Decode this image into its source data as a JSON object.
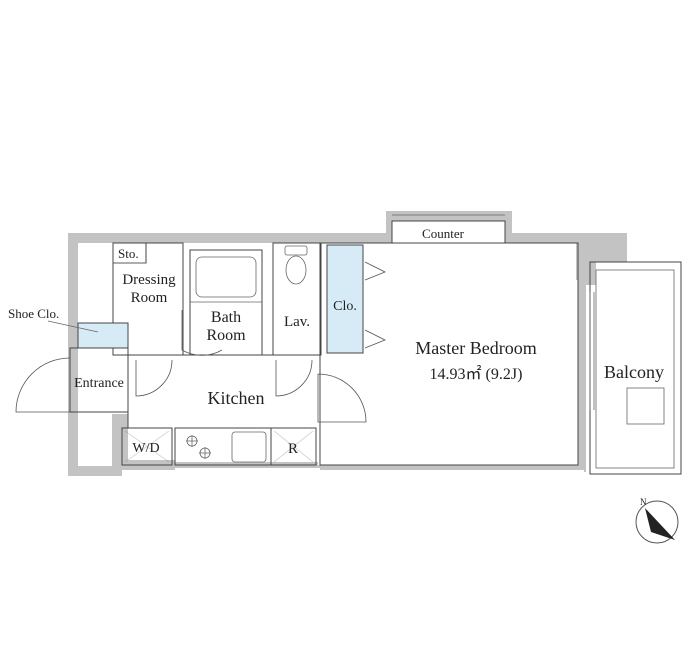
{
  "rooms": {
    "storage": "Sto.",
    "dressing_room": [
      "Dressing",
      "Room"
    ],
    "bath_room": [
      "Bath",
      "Room"
    ],
    "lavatory": "Lav.",
    "closet": "Clo.",
    "counter": "Counter",
    "master_bedroom": "Master Bedroom",
    "master_bedroom_area": "14.93㎡ (9.2J)",
    "balcony": "Balcony",
    "kitchen": "Kitchen",
    "entrance": "Entrance",
    "shoe_closet": "Shoe Clo.",
    "washer_dryer": "W/D",
    "refrigerator": "R"
  },
  "compass": {
    "label": "N",
    "icon": "north-arrow-icon"
  },
  "colors": {
    "wall": "#c3c3c3",
    "closet_fill": "#d7ebf6",
    "line": "#444444"
  }
}
